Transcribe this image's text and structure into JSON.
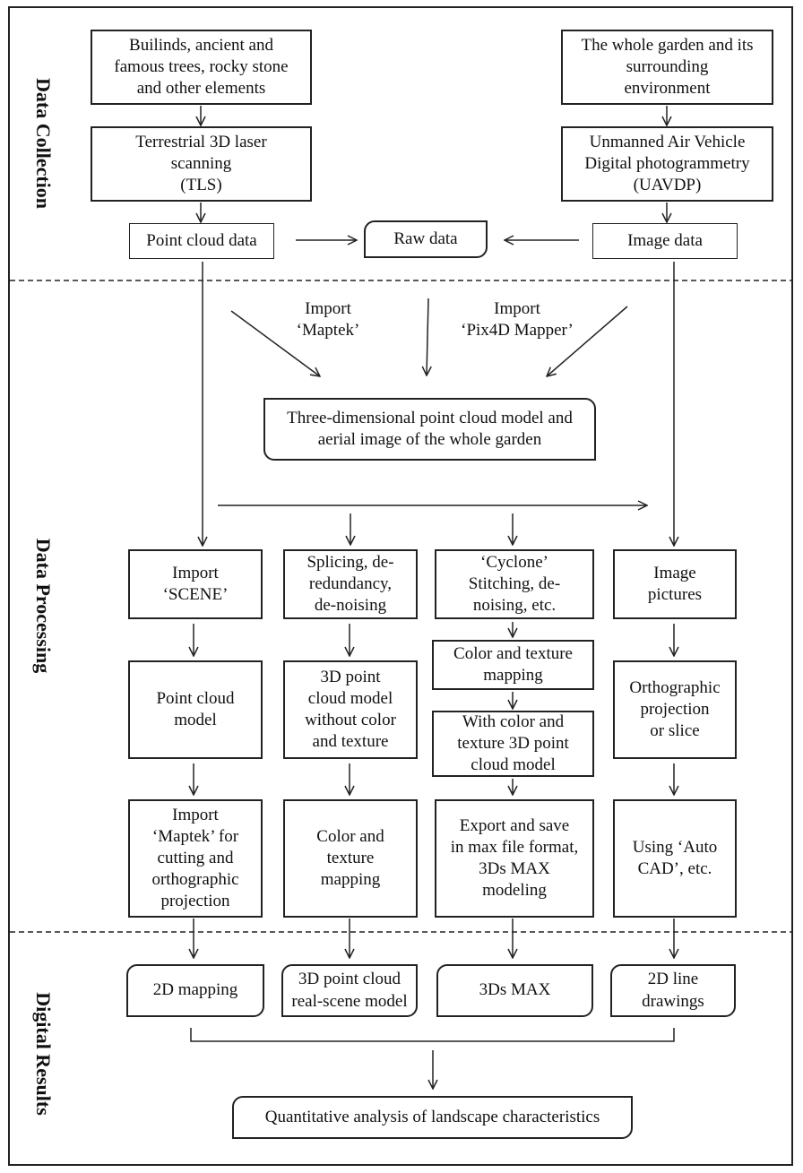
{
  "sections": {
    "collection": "Data Collection",
    "processing": "Data Processing",
    "results": "Digital Results"
  },
  "collection": {
    "tls_source": "Builinds, ancient and\nfamous trees, rocky stone\nand other elements",
    "uav_source": "The whole garden and its\nsurrounding\nenvironment",
    "tls": "Terrestrial 3D laser\nscanning\n(TLS)",
    "uav": "Unmanned Air Vehicle\nDigital photogrammetry\n(UAVDP)",
    "point_cloud_data": "Point cloud data",
    "raw_data": "Raw data",
    "image_data": "Image data"
  },
  "processing": {
    "import_maptek": "Import\n‘Maptek’",
    "import_pix4d": "Import\n‘Pix4D Mapper’",
    "model_whole": "Three-dimensional point cloud model and\naerial image of the whole garden",
    "col1": [
      "Import\n‘SCENE’",
      "Point cloud\nmodel",
      "Import\n‘Maptek’ for\ncutting and\northographic\nprojection"
    ],
    "col2": [
      "Splicing, de-\nredundancy,\nde-noising",
      "3D point\ncloud model\nwithout color\nand texture",
      "Color and\ntexture\nmapping"
    ],
    "col3": [
      "‘Cyclone’\nStitching, de-\nnoising, etc.",
      "Color and texture\nmapping",
      "With color and\ntexture 3D point\ncloud model",
      "Export and save\nin max file format,\n3Ds MAX\nmodeling"
    ],
    "col4": [
      "Image\npictures",
      "Orthographic\nprojection\nor slice",
      "Using ‘Auto\nCAD’, etc."
    ]
  },
  "results": {
    "items": [
      "2D mapping",
      "3D point cloud\nreal-scene model",
      "3Ds MAX",
      "2D line\ndrawings"
    ],
    "final": "Quantitative analysis of landscape characteristics"
  }
}
